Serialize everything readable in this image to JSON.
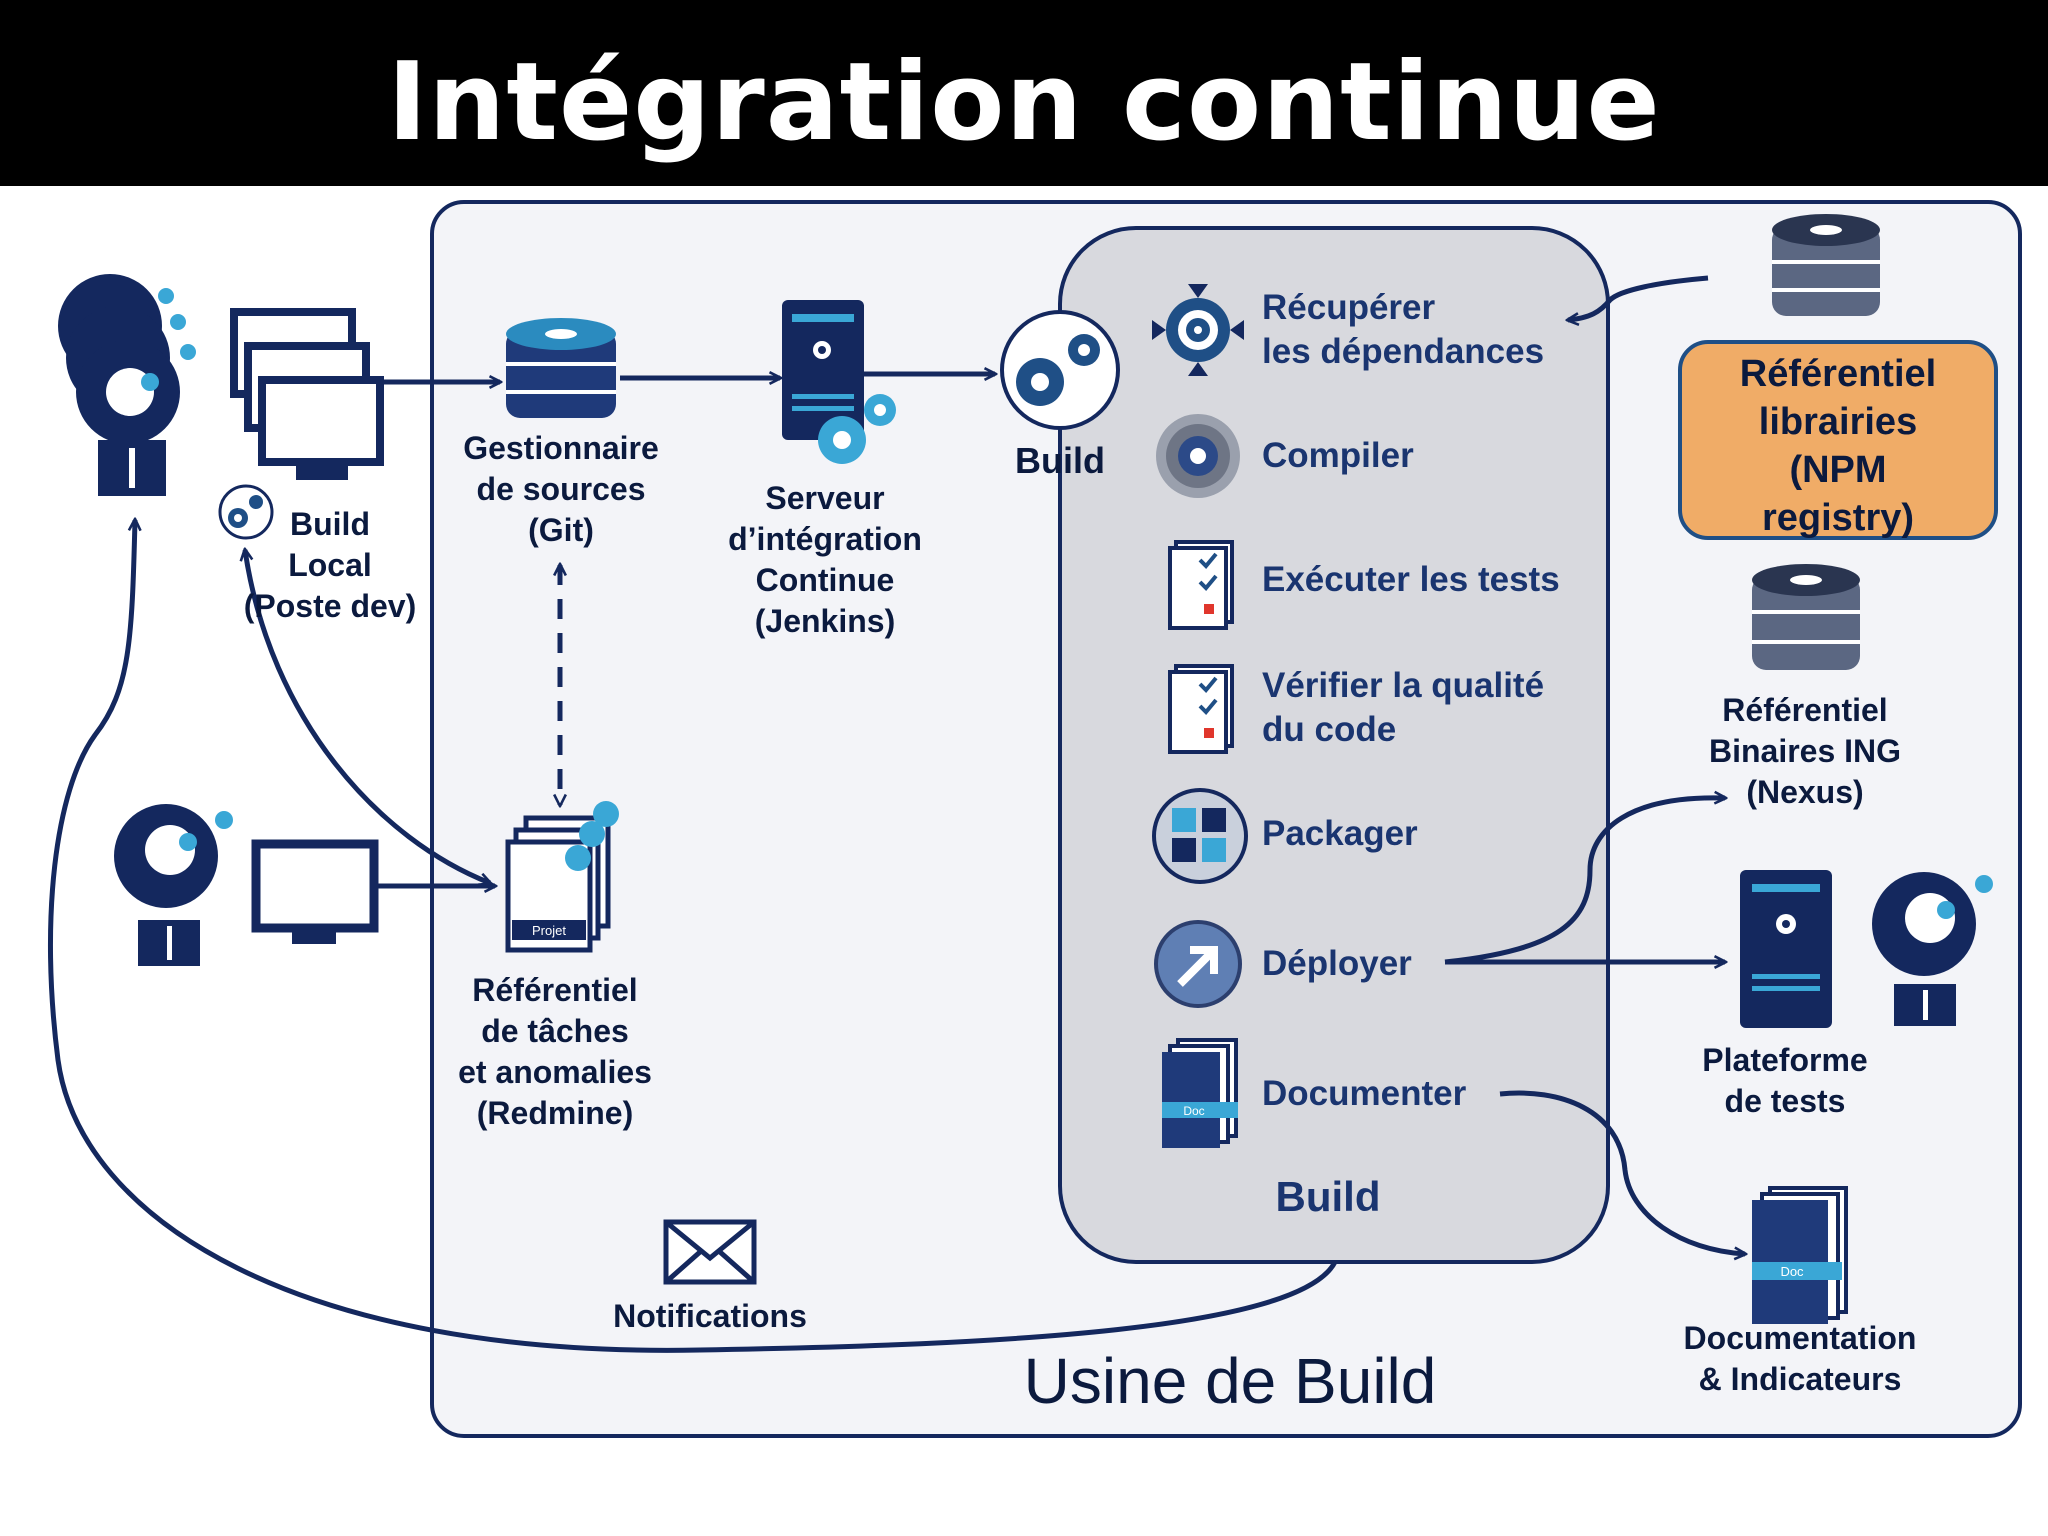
{
  "title": "Intégration continue",
  "usine_label": "Usine de Build",
  "build_inner_label": "Build",
  "build_node_label": "Build",
  "nodes": {
    "build_local": "Build\nLocal\n(Poste dev)",
    "gestionnaire": "Gestionnaire\nde sources\n(Git)",
    "serveur": "Serveur\nd’intégration\nContinue\n(Jenkins)",
    "referentiel_taches": "Référentiel\nde tâches\net anomalies\n(Redmine)",
    "notifications": "Notifications",
    "npm": "Référentiel\nlibrairies\n(NPM\nregistry)",
    "nexus": "Référentiel\nBinaires ING\n(Nexus)",
    "plateforme": "Plateforme\nde tests",
    "documentation": "Documentation\n& Indicateurs"
  },
  "steps": [
    {
      "label": "Récupérer\nles dépendances",
      "icon": "target-gear-icon"
    },
    {
      "label": "Compiler",
      "icon": "gear-icon"
    },
    {
      "label": "Exécuter les tests",
      "icon": "checklist-icon"
    },
    {
      "label": "Vérifier la qualité\ndu code",
      "icon": "checklist-icon"
    },
    {
      "label": "Packager",
      "icon": "package-icon"
    },
    {
      "label": "Déployer",
      "icon": "deploy-arrow-icon"
    },
    {
      "label": "Documenter",
      "icon": "doc-stack-icon"
    }
  ],
  "doc_tag": "Doc",
  "projet_tag": "Projet",
  "colors": {
    "navy": "#14285e",
    "accent": "#3aa7d6",
    "npm_box": "#f0ac67",
    "panel": "#f3f4f8",
    "build_panel": "#d8d9de"
  }
}
